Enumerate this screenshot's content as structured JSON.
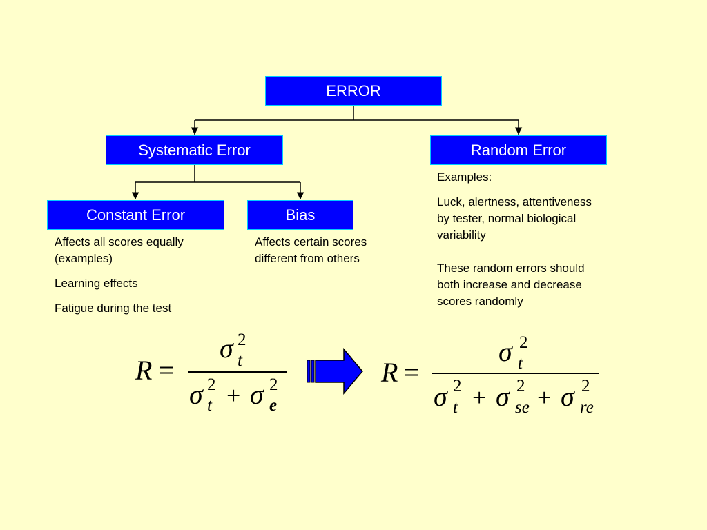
{
  "boxes": {
    "root": "ERROR",
    "systematic": "Systematic Error",
    "random": "Random Error",
    "constant": "Constant Error",
    "bias": "Bias"
  },
  "constant_notes": {
    "line1": "Affects all scores equally",
    "line2": "(examples)",
    "item1": "Learning effects",
    "item2": "Fatigue during the test"
  },
  "bias_notes": {
    "line1": "Affects certain scores",
    "line2": "different from others"
  },
  "random_notes": {
    "heading": "Examples:",
    "p1_line1": "Luck, alertness, attentiveness",
    "p1_line2": "by tester, normal biological",
    "p1_line3": "variability",
    "p2_line1": "These random errors should",
    "p2_line2": "both increase and decrease",
    "p2_line3": "scores randomly"
  },
  "formula_left": {
    "lhs": "R",
    "eq": "=",
    "sigma": "σ",
    "sup": "2",
    "sub_t": "t",
    "plus": "+",
    "sub_e": "e"
  },
  "formula_right": {
    "lhs": "R",
    "eq": "=",
    "sigma": "σ",
    "sup": "2",
    "sub_t": "t",
    "plus": "+",
    "sub_se": "se",
    "sub_re": "re"
  },
  "colors": {
    "background": "#ffffcc",
    "box_fill": "#0000ff",
    "box_border": "#00ccff",
    "box_text": "#ffffff",
    "arrow_fill": "#0000ff"
  }
}
